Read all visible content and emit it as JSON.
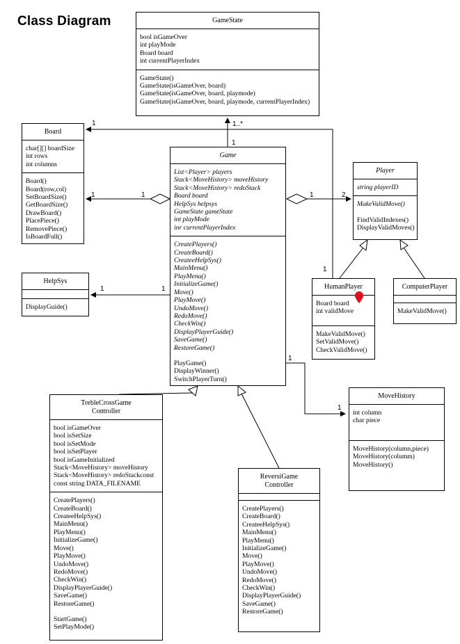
{
  "title": "Class Diagram",
  "classes": {
    "gamestate": {
      "name": "GameState",
      "attributes": [
        "bool isGameOver",
        "int playMode",
        "Board board",
        "int currentPlayerIndex"
      ],
      "methods": [
        "GameState()",
        "GameState(isGameOver, board)",
        "GameState(isGameOver, board, playmode)",
        "GameState(isGameOver, board, playmode, currentPlayerIndex)"
      ]
    },
    "board": {
      "name": "Board",
      "attributes": [
        "char[][] boardSize",
        "int rows",
        "int columns"
      ],
      "methods": [
        "Board()",
        "Board(row,col)",
        "SetBoardSize()",
        "GetBoardSize()",
        "DrawBoard()",
        "PlacePiece()",
        "RemovePiece()",
        "IsBoardFull()"
      ]
    },
    "game": {
      "name": "Game",
      "attributes": [
        "List<Player> players",
        "Stack<MoveHistory> moveHistory",
        "Stack<MoveHistory> redoStack",
        "Board board",
        "HelpSys helpsys",
        "GameState gameState",
        "int playMode",
        "inr currentPlayerIndex"
      ],
      "abstract_methods": [
        "CreatePlayers()",
        "CreateBoard()",
        "CreateeHelpSys()",
        "MainMenu()",
        "PlayMenu()",
        "InitializeGame()",
        "Move()",
        "PlayMove()",
        "UndoMove()",
        "RedoMove()",
        "CheckWin()",
        "DisplayPlayerGuide()",
        "SaveGame()",
        "RestoreGame()"
      ],
      "methods": [
        "PlayGame()",
        "DisplayWinner()",
        "SwitchPlayerTurn()"
      ]
    },
    "player": {
      "name": "Player",
      "attributes": [
        "string playerID"
      ],
      "abstract_methods": [
        "MakeValidMove()"
      ],
      "methods": [
        "FindValidIndexes()",
        "DisplayValidMoves()"
      ]
    },
    "helpsys": {
      "name": "HelpSys",
      "attributes": [],
      "methods": [
        "DisplayGuide()"
      ]
    },
    "humanplayer": {
      "name": "HumanPlayer",
      "attributes": [
        "Board board",
        "int validMove"
      ],
      "methods": [
        "MakeValidMove()",
        "SetValidMove()",
        "CheckValidMove()"
      ]
    },
    "computerplayer": {
      "name": "ComputerPlayer",
      "attributes": [],
      "methods": [
        "MakeValidMove()"
      ]
    },
    "movehistory": {
      "name": "MoveHistory",
      "attributes": [
        "int column",
        "char piece"
      ],
      "methods": [
        "MoveHistory(column,piece)",
        "MoveHistory(columm)",
        "MoveHistory()"
      ]
    },
    "treblecross": {
      "name_lines": [
        "TrebleCrossGame",
        "Controller"
      ],
      "attributes": [
        "bool isGameOver",
        "bool isSetSize",
        "bool isSetMode",
        "bool isSetPlayer",
        "bool isGameInitialized",
        "Stack<MoveHistory> moveHistory",
        "Stack<MoveHistory> redoStackconst",
        "const string DATA_FILENAME"
      ],
      "methods": [
        "CreatePlayers()",
        "CreateBoard()",
        "CreateeHelpSys()",
        "MainMenu()",
        "PlayMenu()",
        "InitializeGame()",
        "Move()",
        "PlayMove()",
        "UndoMove()",
        "RedoMove()",
        "CheckWin()",
        "DisplayPlayerGuide()",
        "SaveGame()",
        "RestoreGame()"
      ],
      "extra_methods": [
        "StartGame()",
        "SetPlayMode()"
      ]
    },
    "reversi": {
      "name_lines": [
        "ReversiGame",
        "Controller"
      ],
      "attributes": [],
      "methods": [
        "CreatePlayers()",
        "CreateBoard()",
        "CreateeHelpSys()",
        "MainMenu()",
        "PlayMenu()",
        "InitializeGame()",
        "Move()",
        "PlayMove()",
        "UndoMove()",
        "RedoMove()",
        "CheckWin()",
        "DisplayPlayerGuide()",
        "SaveGame()",
        "RestoreGame()"
      ]
    }
  },
  "multiplicities": {
    "game_gamestate_target": "1..*",
    "game_gamestate_source": "1",
    "human_board_target": "1",
    "game_board_target": "1",
    "game_board_source": "1",
    "game_player_target": "2",
    "game_player_source": "1",
    "human_board_source": "1",
    "game_helpsys_target": "1",
    "game_helpsys_source": "1",
    "game_movehistory_source": "1",
    "game_movehistory_target": "1"
  },
  "colors": {
    "line": "#000000",
    "marker": "#e0111b"
  }
}
